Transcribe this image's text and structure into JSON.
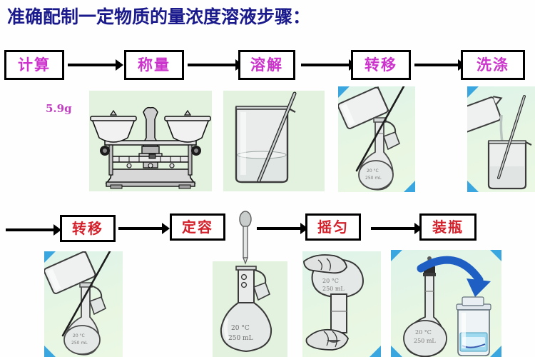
{
  "page": {
    "title": "准确配制一定物质的量浓度溶液步骤：",
    "background_color": "#fefefe",
    "title_color": "#1a1a8c"
  },
  "colors": {
    "row1_label": "#cc33cc",
    "row2_label": "#d3202a",
    "box_border": "#000000",
    "arrow": "#000000",
    "panel_green": "#e3f2de",
    "corner_blue": "#3aa6e0",
    "bottle_arrow_blue": "#1f5fc4",
    "mass_label": "#c13fc1"
  },
  "row1": {
    "steps": [
      {
        "label": "计算",
        "name": "step-calculate"
      },
      {
        "label": "称量",
        "name": "step-weigh"
      },
      {
        "label": "溶解",
        "name": "step-dissolve"
      },
      {
        "label": "转移",
        "name": "step-transfer"
      },
      {
        "label": "洗涤",
        "name": "step-wash"
      }
    ],
    "mass_label": "5.9g",
    "illustrations": [
      {
        "name": "balance-scale",
        "caption": "托盘天平"
      },
      {
        "name": "beaker-with-stirring-rod",
        "caption": "烧杯与玻璃棒"
      },
      {
        "name": "transfer-to-volumetric-flask",
        "caption": "转移至容量瓶"
      },
      {
        "name": "wash-beaker-into-beaker",
        "caption": "洗涤"
      }
    ]
  },
  "row2": {
    "steps": [
      {
        "label": "转移",
        "name": "step-transfer-2"
      },
      {
        "label": "定容",
        "name": "step-fill-to-mark"
      },
      {
        "label": "摇匀",
        "name": "step-shake"
      },
      {
        "label": "装瓶",
        "name": "step-bottle"
      }
    ],
    "illustrations": [
      {
        "name": "transfer-to-volumetric-flask",
        "caption": "转移至容量瓶"
      },
      {
        "name": "dropper-over-volumetric-flask",
        "caption": "胶头滴管定容"
      },
      {
        "name": "inverted-flask-shaking",
        "caption": "倒转摇匀"
      },
      {
        "name": "flask-to-reagent-bottle",
        "caption": "装入试剂瓶"
      }
    ]
  },
  "flask_label": {
    "temperature": "20 °C",
    "volume": "250 mL"
  }
}
